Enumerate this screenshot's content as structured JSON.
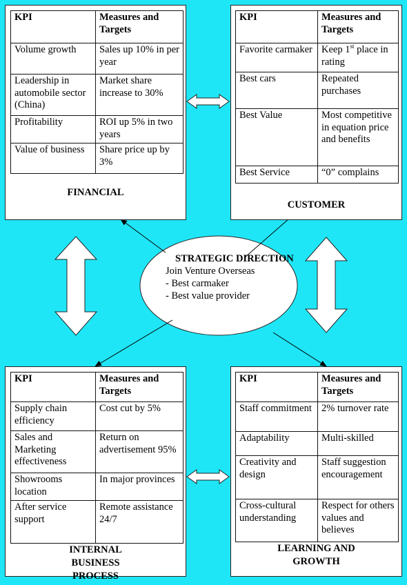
{
  "financial": {
    "header": {
      "kpi": "KPI",
      "measures": "Measures and Targets"
    },
    "rows": [
      {
        "kpi": "Volume growth",
        "measure": "Sales up 10% in per year"
      },
      {
        "kpi": "Leadership in automobile sector (China)",
        "measure": "Market share increase to 30%"
      },
      {
        "kpi": "Profitability",
        "measure": "ROI up 5% in two years"
      },
      {
        "kpi": "Value of business",
        "measure": "Share price up by 3%"
      }
    ],
    "caption": "FINANCIAL"
  },
  "customer": {
    "header": {
      "kpi": "KPI",
      "measures": "Measures and Targets"
    },
    "rows": [
      {
        "kpi": "Favorite carmaker",
        "measure_pre": "Keep 1",
        "measure_sup": "st",
        "measure_post": " place in rating"
      },
      {
        "kpi": "Best cars",
        "measure": "Repeated purchases"
      },
      {
        "kpi": "Best Value",
        "measure": "Most competitive in equation price and benefits"
      },
      {
        "kpi": "Best Service",
        "measure": "“0” complains"
      }
    ],
    "caption": "CUSTOMER"
  },
  "internal": {
    "header": {
      "kpi": "KPI",
      "measures": "Measures and Targets"
    },
    "rows": [
      {
        "kpi": "Supply chain efficiency",
        "measure": "Cost cut by 5%"
      },
      {
        "kpi": "Sales and Marketing effectiveness",
        "measure": "Return on advertisement 95%"
      },
      {
        "kpi": "Showrooms location",
        "measure": "In major provinces"
      },
      {
        "kpi": "After service support",
        "measure": "Remote assistance 24/7"
      }
    ],
    "caption": "INTERNAL BUSINESS PROCESS"
  },
  "learning": {
    "header": {
      "kpi": "KPI",
      "measures": "Measures and Targets"
    },
    "rows": [
      {
        "kpi": "Staff commitment",
        "measure": "2% turnover rate"
      },
      {
        "kpi": "Adaptability",
        "measure": "Multi-skilled"
      },
      {
        "kpi": "Creativity and design",
        "measure": "Staff suggestion encouragement"
      },
      {
        "kpi": "Cross-cultural understanding",
        "measure": "Respect for others values and believes"
      }
    ],
    "caption": "LEARNING AND GROWTH"
  },
  "strategy": {
    "title": "STRATEGIC DIRECTION",
    "lines": [
      "Join Venture Overseas",
      "- Best carmaker",
      "- Best value provider"
    ]
  },
  "colors": {
    "background": "#1fe6f6",
    "panel": "#ffffff",
    "ellipse": "#ffffff"
  }
}
